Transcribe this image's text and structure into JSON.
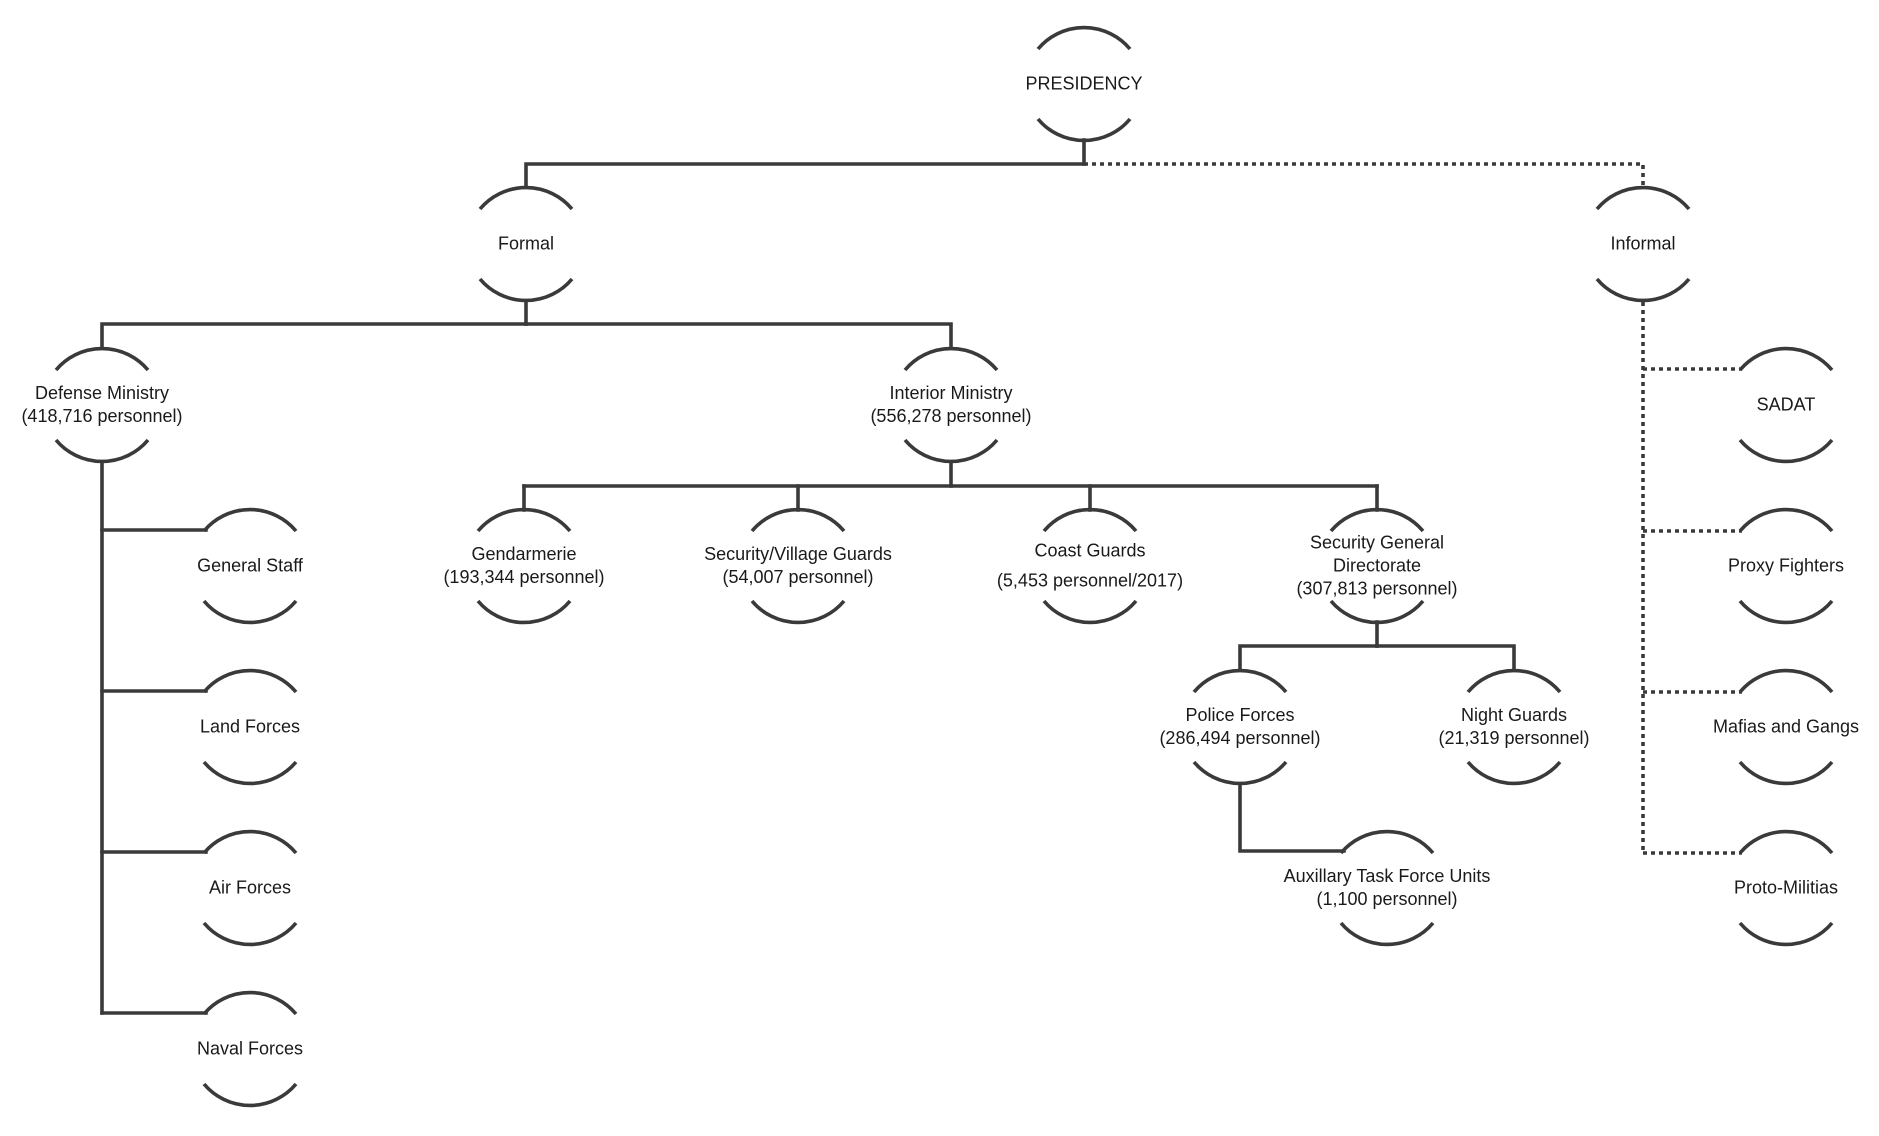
{
  "nodes": {
    "presidency": {
      "lines": [
        "PRESIDENCY"
      ]
    },
    "formal": {
      "lines": [
        "Formal"
      ]
    },
    "informal": {
      "lines": [
        "Informal"
      ]
    },
    "defense_ministry": {
      "lines": [
        "Defense Ministry",
        "(418,716 personnel)"
      ]
    },
    "interior_ministry": {
      "lines": [
        "Interior Ministry",
        "(556,278 personnel)"
      ]
    },
    "general_staff": {
      "lines": [
        "General Staff"
      ]
    },
    "land_forces": {
      "lines": [
        "Land Forces"
      ]
    },
    "air_forces": {
      "lines": [
        "Air Forces"
      ]
    },
    "naval_forces": {
      "lines": [
        "Naval Forces"
      ]
    },
    "gendarmerie": {
      "lines": [
        "Gendarmerie",
        "(193,344 personnel)"
      ]
    },
    "security_village_guards": {
      "lines": [
        "Security/Village Guards",
        "(54,007 personnel)"
      ]
    },
    "coast_guards": {
      "lines": [
        "Coast Guards",
        "",
        "(5,453 personnel/2017)"
      ]
    },
    "security_general_directorate": {
      "lines": [
        "Security General",
        "Directorate",
        "(307,813 personnel)"
      ]
    },
    "police_forces": {
      "lines": [
        "Police Forces",
        "(286,494 personnel)"
      ]
    },
    "night_guards": {
      "lines": [
        "Night Guards",
        "(21,319 personnel)"
      ]
    },
    "auxillary_task_force_units": {
      "lines": [
        "Auxillary Task Force Units",
        "(1,100 personnel)"
      ]
    },
    "sadat": {
      "lines": [
        "SADAT"
      ]
    },
    "proxy_fighters": {
      "lines": [
        "Proxy Fighters"
      ]
    },
    "mafias_and_gangs": {
      "lines": [
        "Mafias and Gangs"
      ]
    },
    "proto_militias": {
      "lines": [
        "Proto-Militias"
      ]
    }
  },
  "edges": [
    {
      "from": "presidency",
      "to": "formal",
      "style": "solid"
    },
    {
      "from": "presidency",
      "to": "informal",
      "style": "dotted"
    },
    {
      "from": "formal",
      "to": "defense_ministry",
      "style": "solid"
    },
    {
      "from": "formal",
      "to": "interior_ministry",
      "style": "solid"
    },
    {
      "from": "defense_ministry",
      "to": "general_staff",
      "style": "solid"
    },
    {
      "from": "defense_ministry",
      "to": "land_forces",
      "style": "solid"
    },
    {
      "from": "defense_ministry",
      "to": "air_forces",
      "style": "solid"
    },
    {
      "from": "defense_ministry",
      "to": "naval_forces",
      "style": "solid"
    },
    {
      "from": "interior_ministry",
      "to": "gendarmerie",
      "style": "solid"
    },
    {
      "from": "interior_ministry",
      "to": "security_village_guards",
      "style": "solid"
    },
    {
      "from": "interior_ministry",
      "to": "coast_guards",
      "style": "solid"
    },
    {
      "from": "interior_ministry",
      "to": "security_general_directorate",
      "style": "solid"
    },
    {
      "from": "security_general_directorate",
      "to": "police_forces",
      "style": "solid"
    },
    {
      "from": "security_general_directorate",
      "to": "night_guards",
      "style": "solid"
    },
    {
      "from": "police_forces",
      "to": "auxillary_task_force_units",
      "style": "solid"
    },
    {
      "from": "informal",
      "to": "sadat",
      "style": "dotted"
    },
    {
      "from": "informal",
      "to": "proxy_fighters",
      "style": "dotted"
    },
    {
      "from": "informal",
      "to": "mafias_and_gangs",
      "style": "dotted"
    },
    {
      "from": "informal",
      "to": "proto_militias",
      "style": "dotted"
    }
  ]
}
